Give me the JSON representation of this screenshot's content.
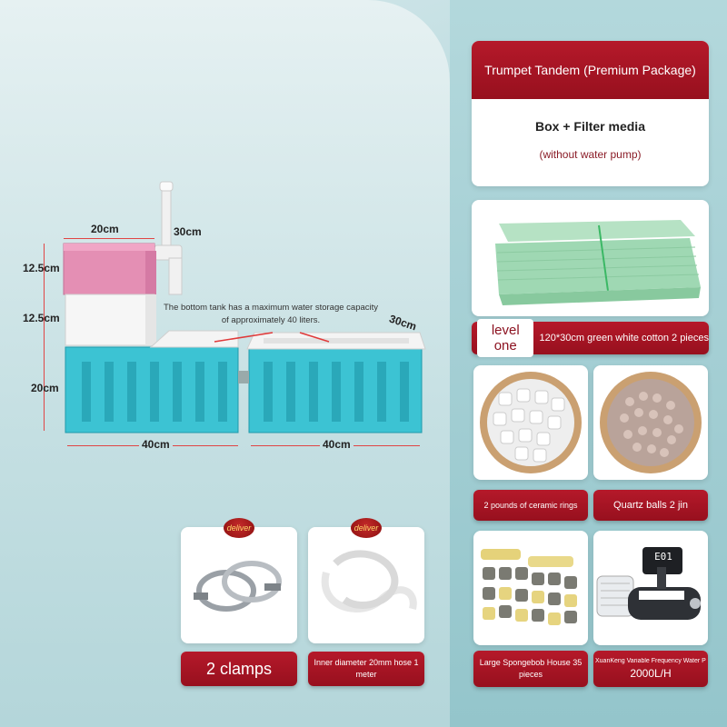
{
  "package": {
    "title": "Trumpet Tandem (Premium Package)",
    "line1": "Box + Filter media",
    "line2": "(without water pump)"
  },
  "dimensions": {
    "top_width": "20cm",
    "pipe": "30cm",
    "h1": "12.5cm",
    "h2": "12.5cm",
    "h3": "20cm",
    "depth": "30cm",
    "bottom_left": "40cm",
    "bottom_right": "40cm",
    "note": "The bottom tank has a maximum water storage capacity of approximately 40 liters."
  },
  "items": {
    "cotton_level": "level one",
    "cotton_desc": "120*30cm green white cotton 2 pieces",
    "ceramic": "2 pounds of ceramic rings",
    "quartz": "Quartz balls 2 jin",
    "clamp_badge": "deliver",
    "clamps": "2 clamps",
    "hose_badge": "deliver",
    "hose": "Inner diameter 20mm hose 1 meter",
    "spongebob": "Large Spongebob House 35 pieces",
    "pump_desc": "XuanKeng Variable Frequency Water Pump",
    "pump_flow": "2000L/H",
    "pump_display": "E01"
  },
  "colors": {
    "accent_red": "#a8141f",
    "tank_blue": "#3cc3d3",
    "tank_pink": "#e48fb4"
  }
}
